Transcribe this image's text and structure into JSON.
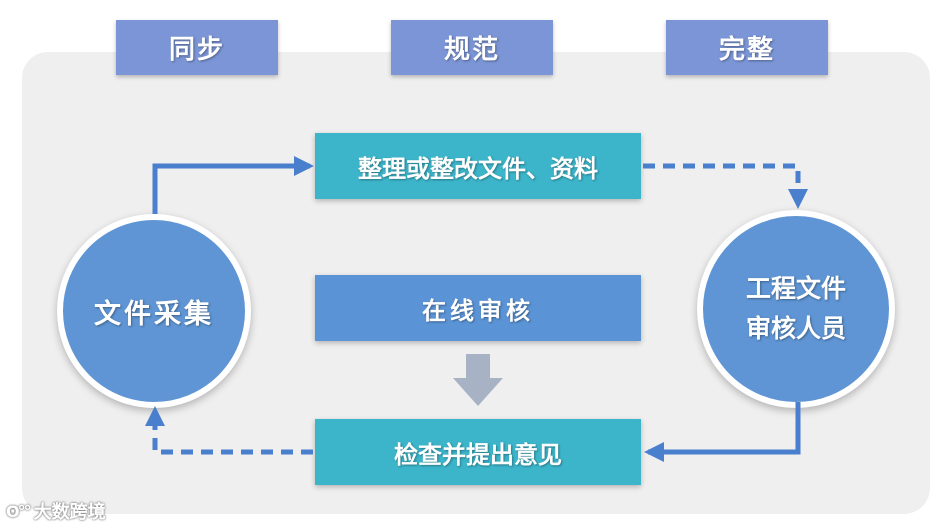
{
  "headers": [
    "同步",
    "规范",
    "完整"
  ],
  "boxes": {
    "organize": "整理或整改文件、资料",
    "online_review": "在线审核",
    "check_comments": "检查并提出意见"
  },
  "circles": {
    "collect": "文件采集",
    "reviewer_line1": "工程文件",
    "reviewer_line2": "审核人员"
  },
  "watermark": "大数跨境",
  "colors": {
    "header": "#7b95d6",
    "teal_box": "#3cb5ca",
    "blue_box": "#5b94d6",
    "circle": "#5f95d4",
    "arrow": "#4a7fce",
    "panel": "#efefef",
    "down_arrow": "#a7b2c4"
  }
}
